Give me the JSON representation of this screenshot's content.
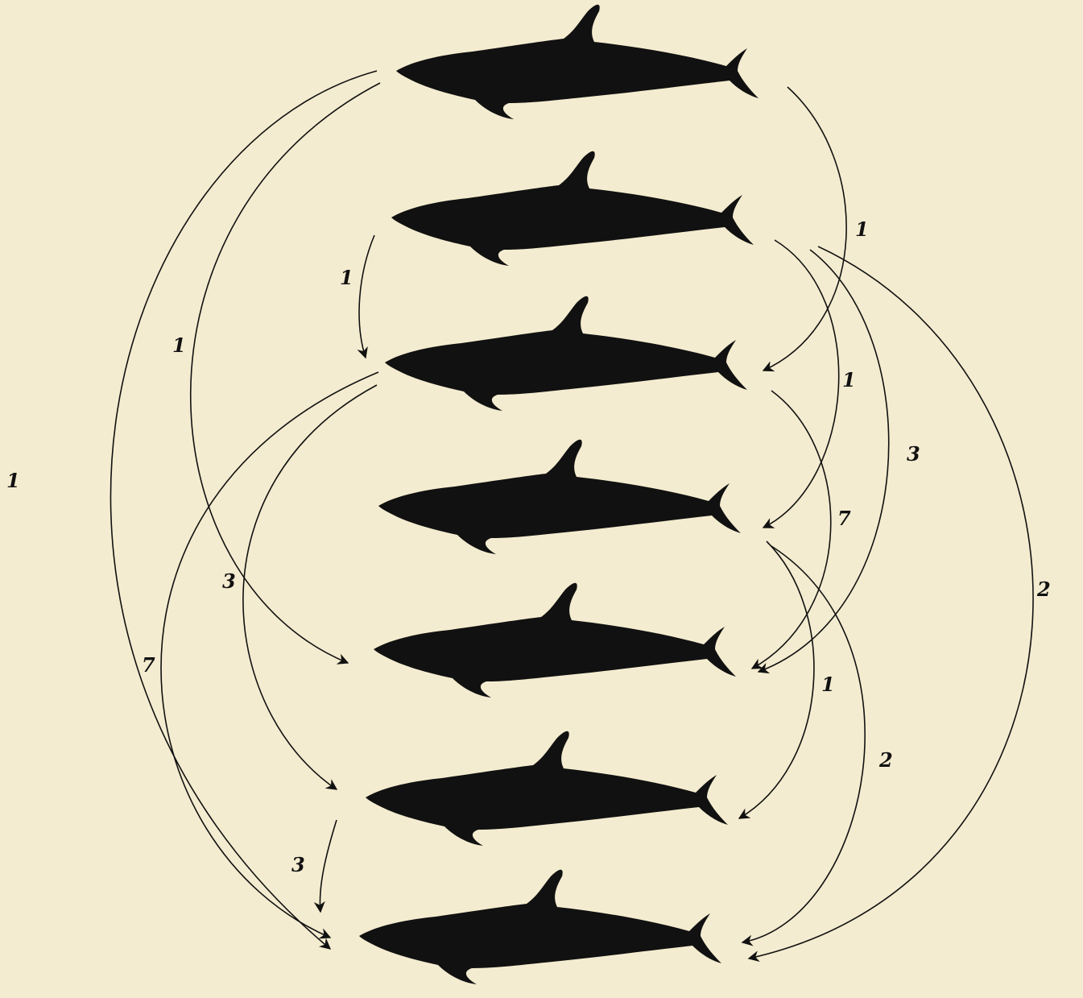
{
  "colors": {
    "background": "#f4ecd0",
    "ink": "#111111"
  },
  "nodes": [
    {
      "id": "dolphin-1",
      "icon": "dolphin-silhouette-icon"
    },
    {
      "id": "dolphin-2",
      "icon": "dolphin-silhouette-icon"
    },
    {
      "id": "dolphin-3",
      "icon": "dolphin-silhouette-icon"
    },
    {
      "id": "dolphin-4",
      "icon": "dolphin-silhouette-icon"
    },
    {
      "id": "dolphin-5",
      "icon": "dolphin-silhouette-icon"
    },
    {
      "id": "dolphin-6",
      "icon": "dolphin-silhouette-icon"
    },
    {
      "id": "dolphin-7",
      "icon": "dolphin-silhouette-icon"
    }
  ],
  "edges": [
    {
      "from": "dolphin-1",
      "to": "dolphin-7",
      "label": "1"
    },
    {
      "from": "dolphin-1",
      "to": "dolphin-5",
      "label": "1"
    },
    {
      "from": "dolphin-1",
      "to": "dolphin-3",
      "label": "1"
    },
    {
      "from": "dolphin-2",
      "to": "dolphin-3",
      "label": "1"
    },
    {
      "from": "dolphin-2",
      "to": "dolphin-4",
      "label": "1"
    },
    {
      "from": "dolphin-2",
      "to": "dolphin-5",
      "label": "3"
    },
    {
      "from": "dolphin-2",
      "to": "dolphin-7",
      "label": "2"
    },
    {
      "from": "dolphin-3",
      "to": "dolphin-7",
      "label": "7"
    },
    {
      "from": "dolphin-3",
      "to": "dolphin-6",
      "label": "3"
    },
    {
      "from": "dolphin-3",
      "to": "dolphin-5",
      "label": "7"
    },
    {
      "from": "dolphin-4",
      "to": "dolphin-6",
      "label": "1"
    },
    {
      "from": "dolphin-4",
      "to": "dolphin-7",
      "label": "2"
    },
    {
      "from": "dolphin-6",
      "to": "dolphin-7",
      "label": "3"
    }
  ]
}
